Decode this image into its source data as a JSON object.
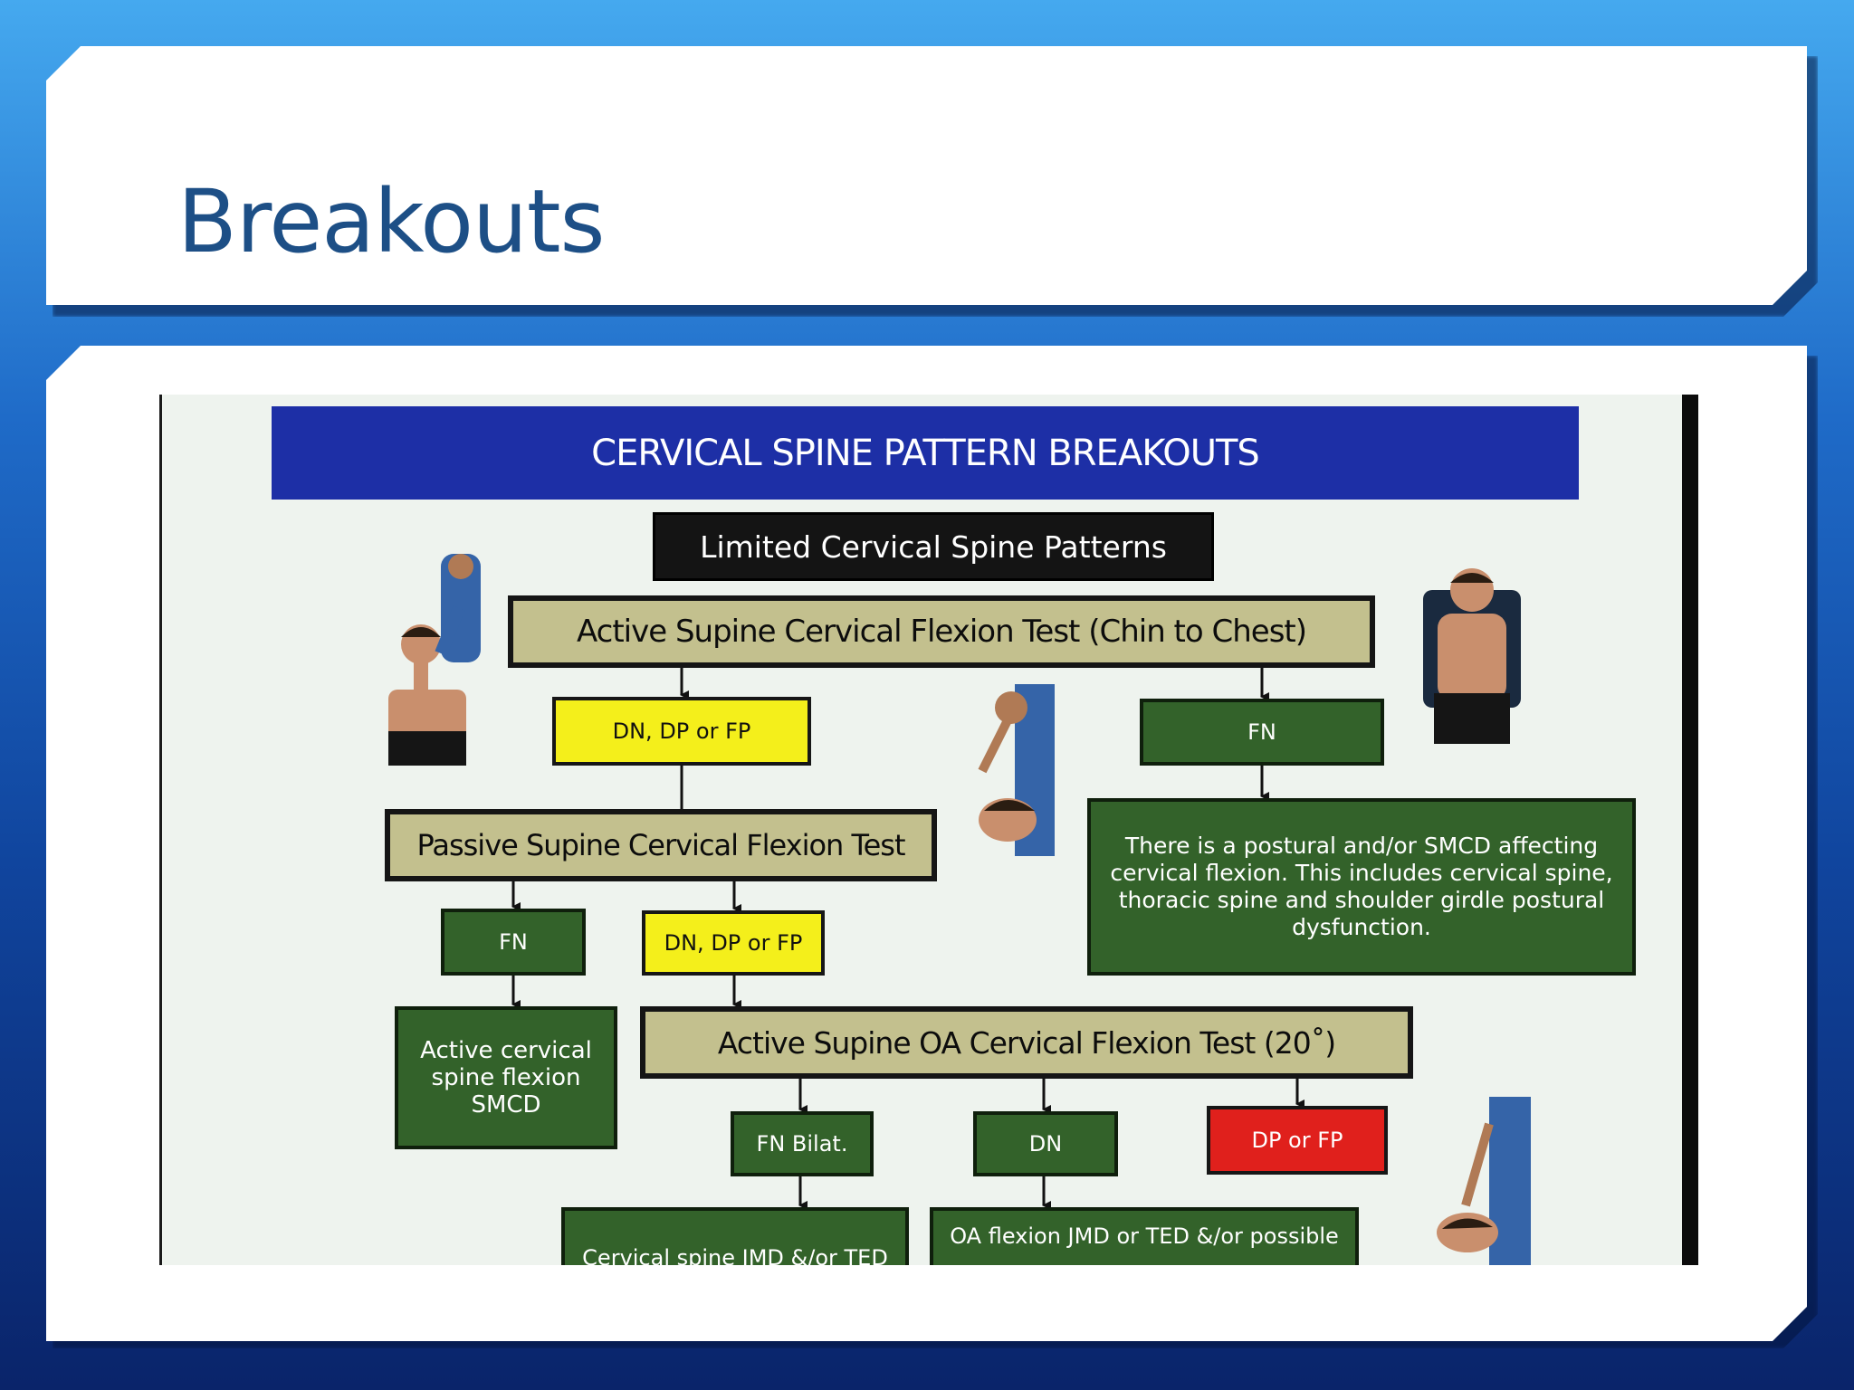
{
  "slide": {
    "title": "Breakouts"
  },
  "figure": {
    "header": "CERVICAL SPINE PATTERN BREAKOUTS",
    "boxes": {
      "limited": "Limited Cervical Spine Patterns",
      "active_flexion": "Active Supine Cervical Flexion Test (Chin to Chest)",
      "result_dn_dp_fp_top": "DN, DP or FP",
      "result_fn_top": "FN",
      "passive_flexion": "Passive Supine Cervical Flexion Test",
      "postural": "There is a postural and/or SMCD affecting cervical flexion. This includes cervical spine, thoracic spine and shoulder girdle postural dysfunction.",
      "result_fn_left": "FN",
      "result_dn_dp_fp_mid": "DN, DP or FP",
      "smcd": "Active cervical spine flexion SMCD",
      "oa_flexion": "Active Supine OA Cervical Flexion Test (20˚)",
      "fn_bilat": "FN Bilat.",
      "dn": "DN",
      "dp_or_fp": "DP or FP",
      "cervical_jmd": "Cervical spine JMD &/or TED",
      "oa_jmd": "OA flexion JMD or TED &/or possible"
    },
    "colors": {
      "header_band": "#1d2fa6",
      "tan_box": "#c3c08e",
      "green_box": "#33622a",
      "yellow_box": "#f4ef1b",
      "red_box": "#e0201c",
      "title_text": "#1d4f86"
    }
  }
}
